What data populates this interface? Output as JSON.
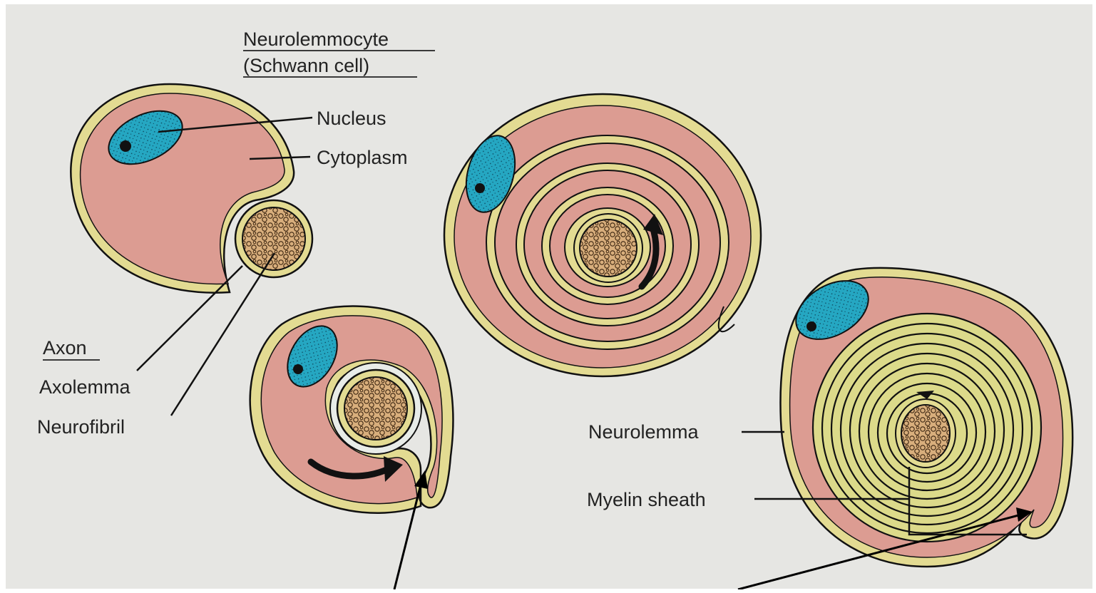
{
  "labels": {
    "title_line1": "Neurolemmocyte",
    "title_line2": "(Schwann cell)",
    "nucleus": "Nucleus",
    "cytoplasm": "Cytoplasm",
    "axon": "Axon",
    "axolemma": "Axolemma",
    "neurofibril": "Neurofibril",
    "neurolemma": "Neurolemma",
    "myelin_sheath": "Myelin sheath"
  },
  "colors": {
    "background": "#e6e6e3",
    "cytoplasm": "#dc9c92",
    "membrane": "#e3db92",
    "nucleus": "#25a7c2",
    "axon": "#d8ae7c",
    "outline": "#111111"
  }
}
